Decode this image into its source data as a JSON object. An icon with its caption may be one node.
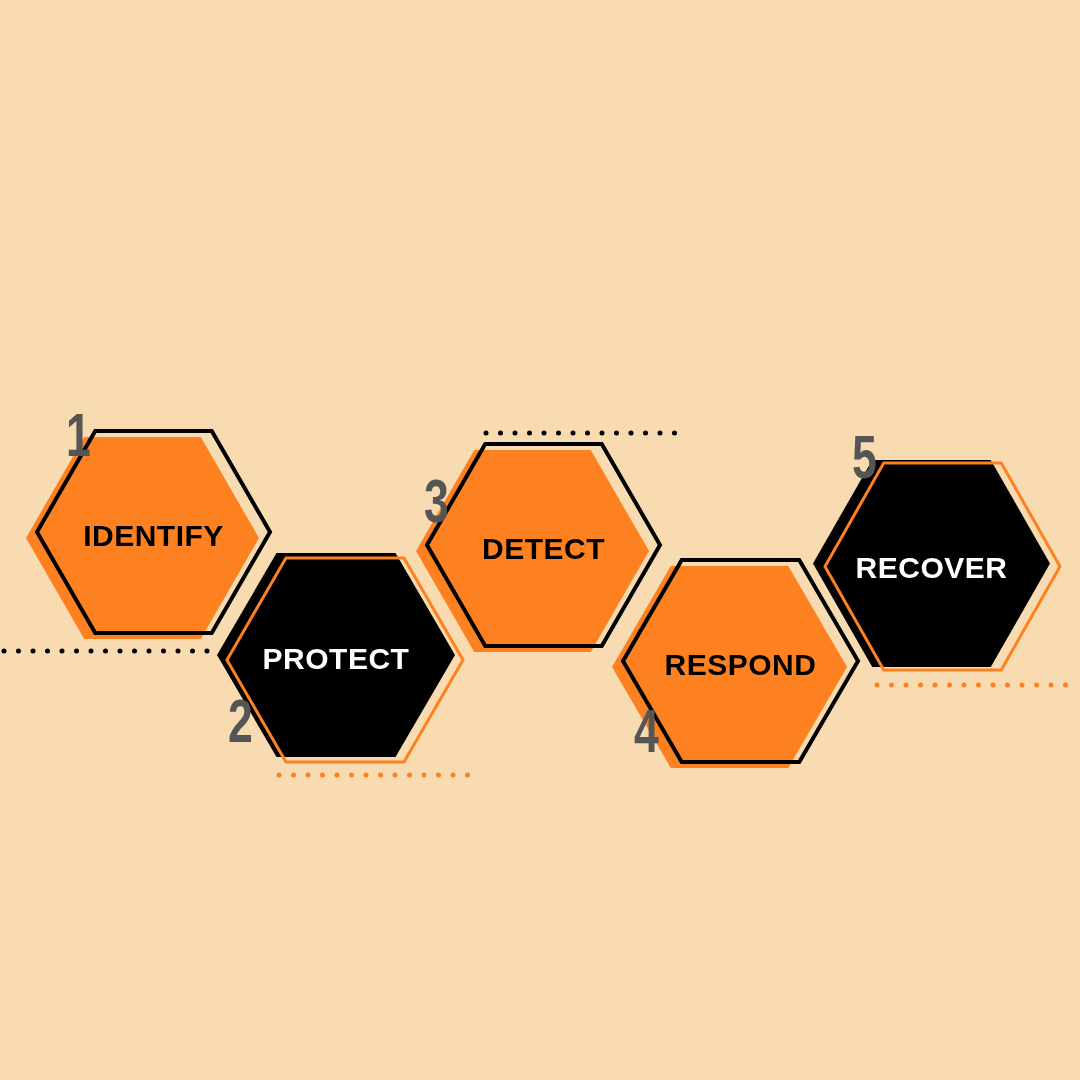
{
  "diagram": {
    "nodes": [
      {
        "text": [
          "IDENTIFY"
        ],
        "beside": [
          "1"
        ]
      },
      {
        "text": [
          "PROTECT"
        ],
        "beside": [
          "2"
        ]
      },
      {
        "text": [
          "DETECT"
        ],
        "beside": [
          "3"
        ]
      },
      {
        "text": [
          "RESPOND"
        ],
        "beside": [
          "4"
        ]
      },
      {
        "text": [
          "RECOVER"
        ],
        "beside": [
          "5"
        ]
      }
    ]
  }
}
